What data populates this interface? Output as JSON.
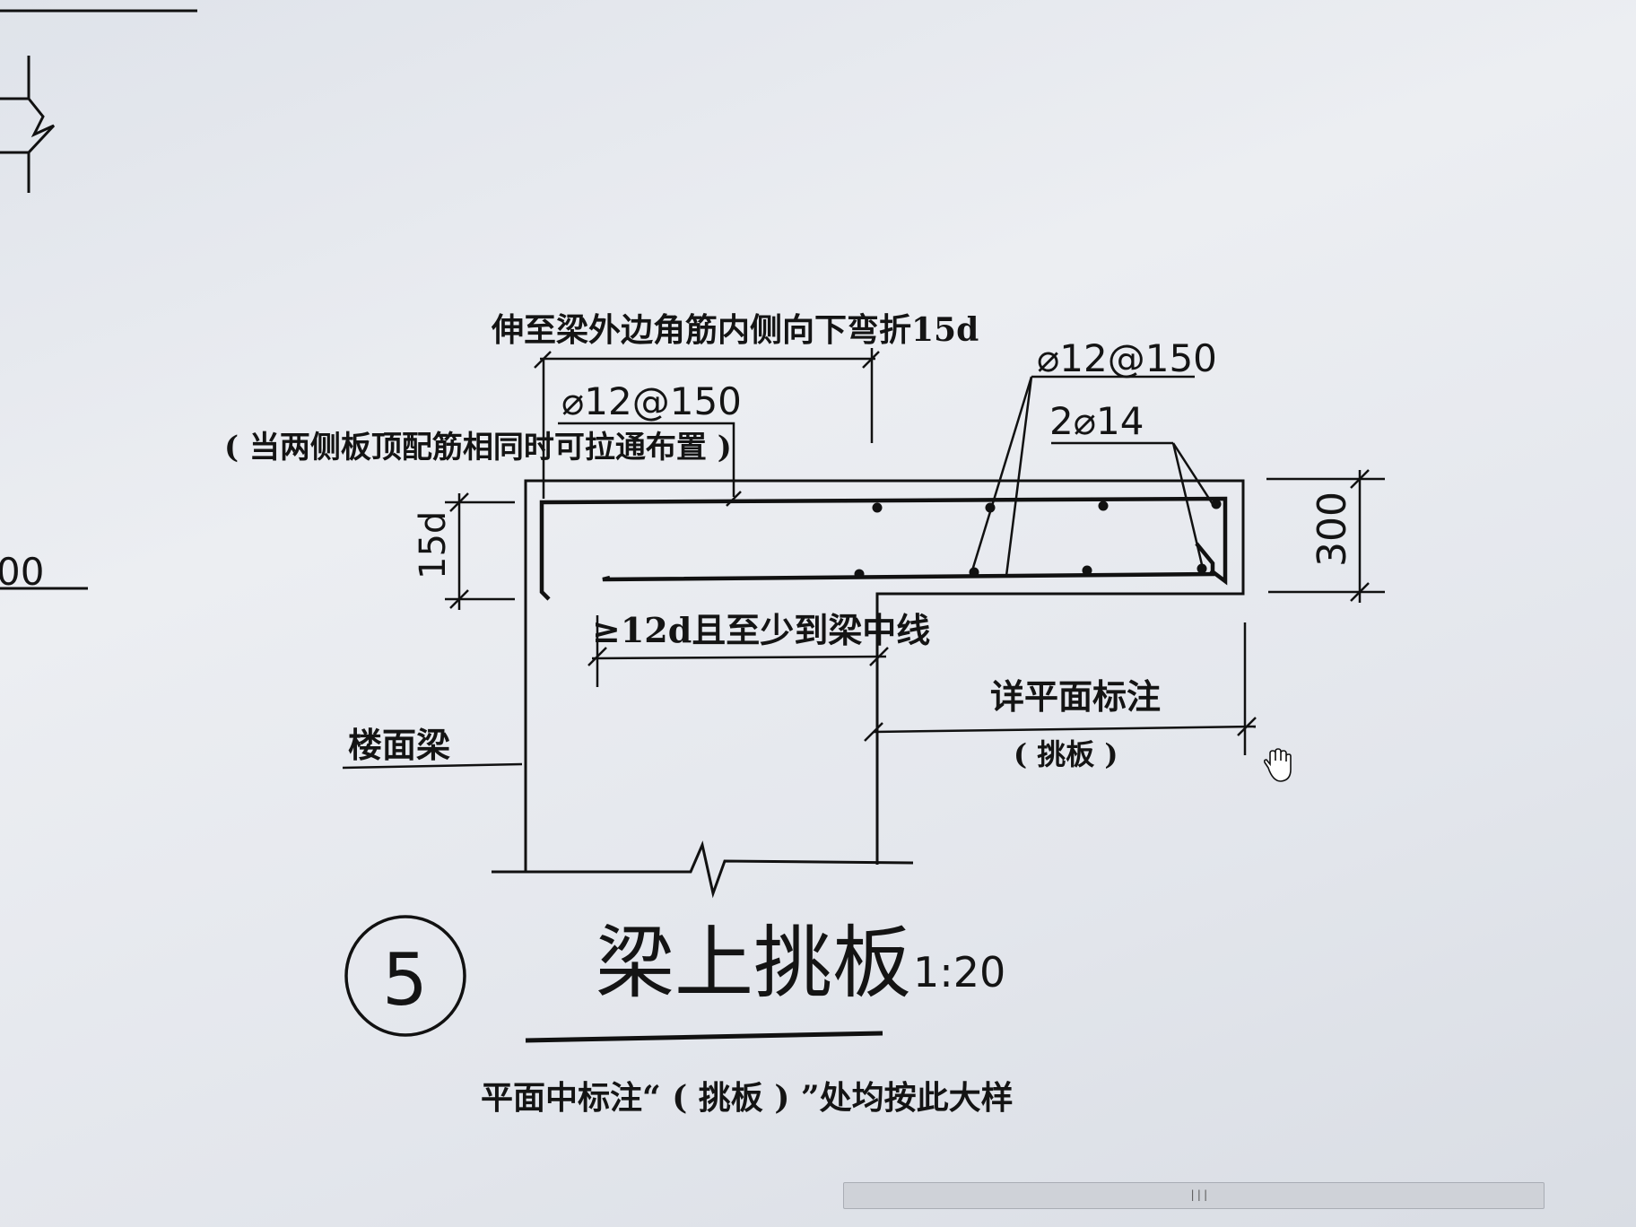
{
  "labels": {
    "bend_note": "伸至梁外边角筋内侧向下弯折15d",
    "top_rebar_left": "⌀12@150",
    "continuity_note": "( 当两侧板顶配筋相同时可拉通布置 )",
    "top_rebar_right": "⌀12@150",
    "corner_bars": "2⌀14",
    "thickness": "300",
    "anchor_15d": "15d",
    "bottom_anchor": "≥12d且至少到梁中线",
    "floor_beam": "楼面梁",
    "plan_note": "详平面标注",
    "slab_type": "( 挑板 )",
    "left_fragment": "00"
  },
  "title": {
    "number": "5",
    "name": "梁上挑板",
    "scale": "1:20",
    "note": "平面中标注“ ( 挑板 ) ”处均按此大样"
  },
  "icons": {
    "cursor": "hand-pan-icon",
    "grip": "scroll-grip-icon"
  },
  "colors": {
    "background": "#e6e9ee",
    "line": "#111111"
  }
}
